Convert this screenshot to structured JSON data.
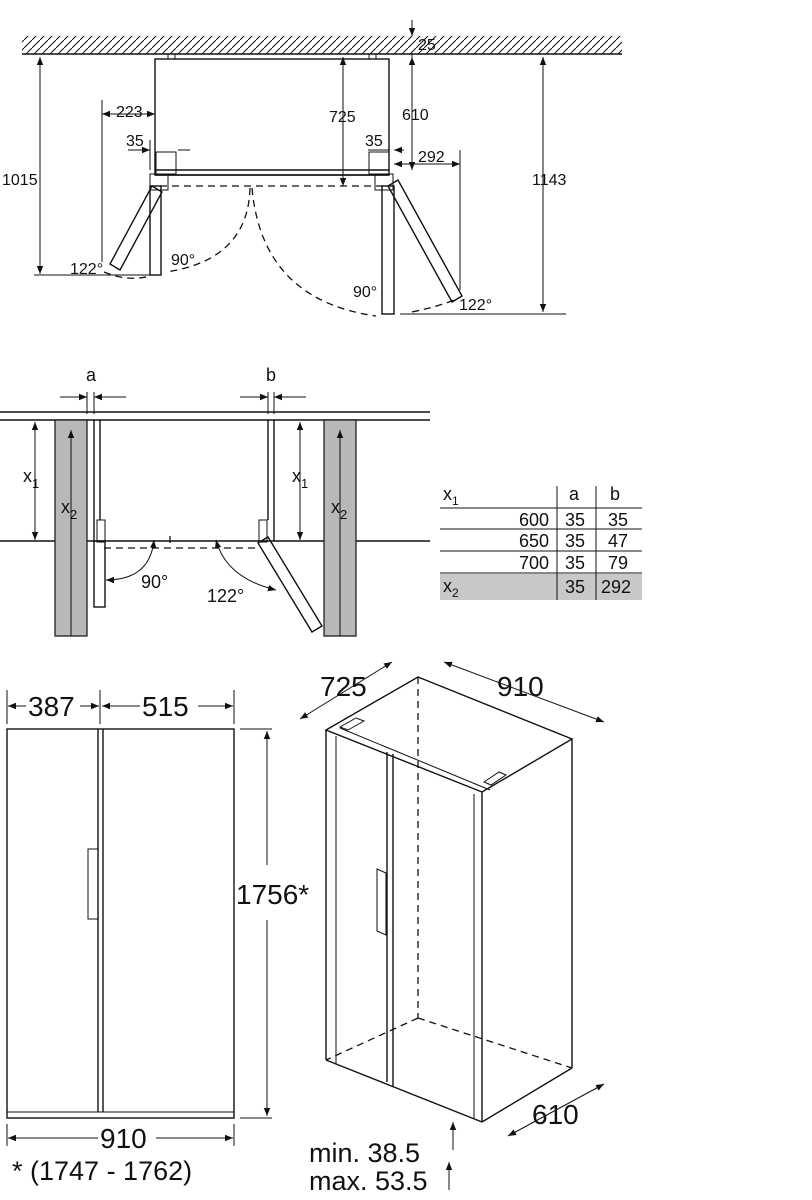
{
  "top_view": {
    "dims": {
      "ceiling_gap": "25",
      "depth": "725",
      "cabinet_depth": "610",
      "left_offset": "223",
      "left_hinge": "35",
      "right_hinge": "35",
      "right_offset": "292",
      "left_total": "1015",
      "right_total": "1143"
    },
    "angles": {
      "left_90": "90°",
      "left_122": "122°",
      "right_90": "90°",
      "right_122": "122°"
    }
  },
  "niche_view": {
    "label_a": "a",
    "label_b": "b",
    "x1_left": "x",
    "x1_left_sub": "1",
    "x2_left": "x",
    "x2_left_sub": "2",
    "x1_right": "x",
    "x1_right_sub": "1",
    "x2_right": "x",
    "x2_right_sub": "2",
    "angle_90": "90°",
    "angle_122": "122°"
  },
  "clearance_table": {
    "header": {
      "var": "x",
      "var_sub": "1",
      "col_a": "a",
      "col_b": "b"
    },
    "rows": [
      {
        "x": "600",
        "a": "35",
        "b": "35"
      },
      {
        "x": "650",
        "a": "35",
        "b": "47"
      },
      {
        "x": "700",
        "a": "35",
        "b": "79"
      }
    ],
    "last_row": {
      "var": "x",
      "var_sub": "2",
      "a": "35",
      "b": "292"
    },
    "highlight_color": "#c8c8c8"
  },
  "front_view": {
    "left_width": "387",
    "right_width": "515",
    "height": "1756*",
    "total_width": "910",
    "footnote": "* (1747 - 1762)"
  },
  "iso_view": {
    "depth": "725",
    "width": "910",
    "cabinet_depth": "610",
    "min_label": "min. 38.5",
    "max_label": "max. 53.5"
  }
}
